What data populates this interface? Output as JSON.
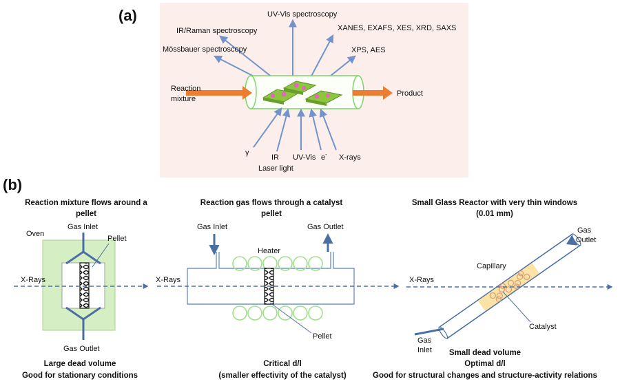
{
  "panel_a": {
    "label": "(a)",
    "techniques_top": {
      "uvvis": "UV-Vis spectroscopy",
      "iraman": "IR/Raman spectroscopy",
      "xanes": "XANES, EXAFS, XES, XRD, SAXS",
      "mossbauer": "Mössbauer spectroscopy",
      "xps": "XPS, AES"
    },
    "reaction_line1": "Reaction",
    "reaction_line2": "mixture",
    "product": "Product",
    "sources_bottom": {
      "gamma": "γ",
      "ir": "IR",
      "uvvis": "UV-Vis",
      "electron": "e",
      "electron_sup": "-",
      "xrays": "X-rays",
      "laser": "Laser light"
    },
    "colors": {
      "background": "#fbeeeb",
      "arrow": "#7293cb",
      "flow_arrow": "#ed7d31",
      "tube": "#9fe08a",
      "catalyst": "#8cc63f",
      "particle": "#e06ab5"
    }
  },
  "panel_b": {
    "label": "(b)",
    "left": {
      "title_line1": "Reaction mixture flows around a",
      "title_line2": "pellet",
      "oven": "Oven",
      "gas_inlet": "Gas Inlet",
      "pellet": "Pellet",
      "xrays": "X-Rays",
      "gas_outlet": "Gas Outlet",
      "footer_line1": "Large dead volume",
      "footer_line2": "Good for stationary conditions",
      "colors": {
        "oven": "#d6eec3",
        "pipe": "#4a6fa5"
      }
    },
    "middle": {
      "title_line1": "Reaction gas flows through a catalyst",
      "title_line2": "pellet",
      "gas_inlet": "Gas Inlet",
      "gas_outlet": "Gas Outlet",
      "heater": "Heater",
      "xrays": "X-Rays",
      "pellet": "Pellet",
      "footer_line1": "Critical d/l",
      "footer_line2": "(smaller effectivity of the catalyst)",
      "colors": {
        "coil": "#9fe08a",
        "body": "#7293cb"
      }
    },
    "right": {
      "title_line1": "Small Glass Reactor with very thin windows",
      "title_line2": "(0.01 mm)",
      "gas_outlet_line1": "Gas",
      "gas_outlet_line2": "Outlet",
      "capillary": "Capillary",
      "xrays": "X-Rays",
      "catalyst": "Catalyst",
      "gas_inlet_line1": "Gas",
      "gas_inlet_line2": "Inlet",
      "footer_line1": "Small dead volume",
      "footer_line2": "Optimal d/l",
      "footer_line3": "Good for structural changes and structure-activity relations",
      "colors": {
        "fill": "#fbe3a6",
        "bead": "#d9a07a",
        "tube": "#4a6fa5"
      }
    }
  }
}
